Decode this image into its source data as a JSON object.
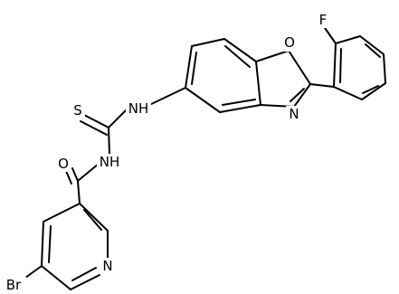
{
  "atoms": {
    "fluorine": "F",
    "oxazole_oxygen": "O",
    "oxazole_nitrogen": "N",
    "thioamide_nh": "NH",
    "thione_sulfur": "S",
    "amide_nh": "NH",
    "carbonyl_oxygen": "O",
    "pyridine_nitrogen": "N",
    "bromine": "Br"
  }
}
